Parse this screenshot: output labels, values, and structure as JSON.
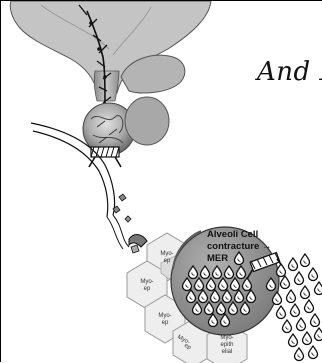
{
  "slide": {
    "title": "And I"
  },
  "diagram": {
    "alveoli_label": {
      "line1": "Alveoli Cell",
      "line2": "contracture →",
      "line3": "MER"
    },
    "myoepithelial_labels": {
      "top": [
        "Myo-",
        "ep"
      ],
      "left": [
        "Myo-",
        "ep"
      ],
      "lower_left": [
        "Myo-",
        "ep"
      ],
      "bottom_left": [
        "Myo-",
        "ep"
      ],
      "bottom": [
        "Myo-",
        "epith",
        "elial"
      ]
    }
  },
  "colors": {
    "cell_fill": "#909090",
    "hex_fill": "#eeeeee",
    "gland_fill": "#b8b8b8",
    "droplet_fill": "#ffffff"
  }
}
